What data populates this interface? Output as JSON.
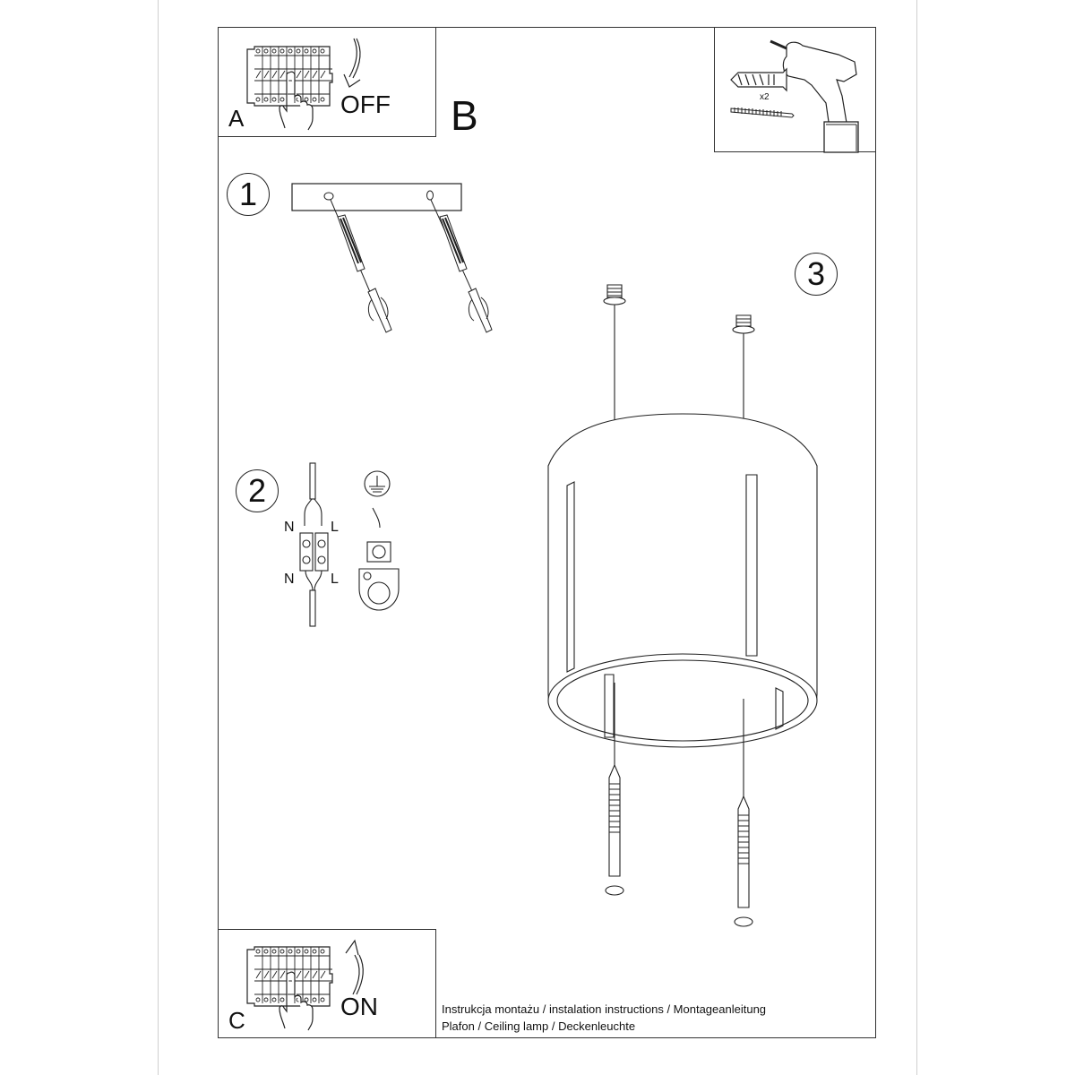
{
  "document": {
    "type": "assembly-instructions",
    "product": "Ceiling lamp"
  },
  "panels": {
    "A": {
      "letter": "A",
      "action": "OFF",
      "arrow": "down"
    },
    "B": {
      "letter": "B"
    },
    "C": {
      "letter": "C",
      "action": "ON",
      "arrow": "up"
    }
  },
  "tools": {
    "quantity": "x2",
    "items": [
      "drill-icon",
      "wall-plug-icon",
      "screw-icon"
    ]
  },
  "steps": [
    {
      "number": "1",
      "description": "mounting-bar-with-screws-and-plugs"
    },
    {
      "number": "2",
      "description": "wiring-terminal-and-ground",
      "labels": {
        "top_left": "N",
        "top_right": "L",
        "bottom_left": "N",
        "bottom_right": "L"
      }
    },
    {
      "number": "3",
      "description": "cylinder-shade-mounting"
    }
  ],
  "footer": {
    "line1": "Instrukcja montażu / instalation instructions / Montageanleitung",
    "line2": "Plafon / Ceiling lamp / Deckenleuchte"
  },
  "colors": {
    "line": "#222222",
    "frame": "#333333",
    "page_edge": "#d0d0d0",
    "background": "#ffffff"
  }
}
